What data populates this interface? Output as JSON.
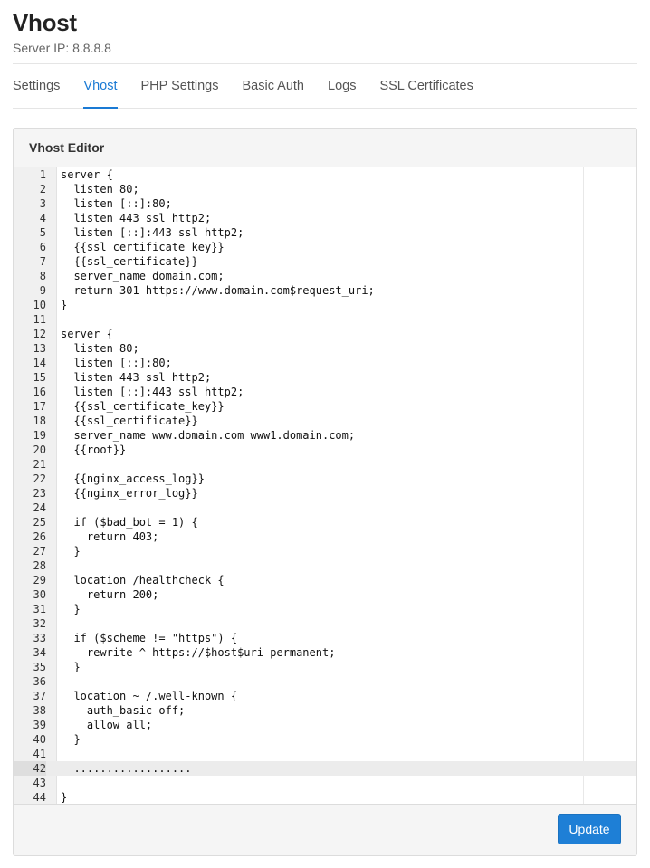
{
  "page": {
    "title": "Vhost",
    "server_ip": "Server IP: 8.8.8.8"
  },
  "tabs": [
    {
      "label": "Settings",
      "active": false
    },
    {
      "label": "Vhost",
      "active": true
    },
    {
      "label": "PHP Settings",
      "active": false
    },
    {
      "label": "Basic Auth",
      "active": false
    },
    {
      "label": "Logs",
      "active": false
    },
    {
      "label": "SSL Certificates",
      "active": false
    }
  ],
  "panel": {
    "title": "Vhost Editor",
    "update_label": "Update"
  },
  "editor": {
    "active_line": 42,
    "lines": [
      "server {",
      "  listen 80;",
      "  listen [::]:80;",
      "  listen 443 ssl http2;",
      "  listen [::]:443 ssl http2;",
      "  {{ssl_certificate_key}}",
      "  {{ssl_certificate}}",
      "  server_name domain.com;",
      "  return 301 https://www.domain.com$request_uri;",
      "}",
      "",
      "server {",
      "  listen 80;",
      "  listen [::]:80;",
      "  listen 443 ssl http2;",
      "  listen [::]:443 ssl http2;",
      "  {{ssl_certificate_key}}",
      "  {{ssl_certificate}}",
      "  server_name www.domain.com www1.domain.com;",
      "  {{root}}",
      "",
      "  {{nginx_access_log}}",
      "  {{nginx_error_log}}",
      "",
      "  if ($bad_bot = 1) {",
      "    return 403;",
      "  }",
      "",
      "  location /healthcheck {",
      "    return 200;",
      "  }",
      "",
      "  if ($scheme != \"https\") {",
      "    rewrite ^ https://$host$uri permanent;",
      "  }",
      "",
      "  location ~ /.well-known {",
      "    auth_basic off;",
      "    allow all;",
      "  }",
      "",
      "  ..................",
      "",
      "}"
    ]
  },
  "colors": {
    "accent": "#1a7ad4",
    "button": "#1e7fd6"
  }
}
